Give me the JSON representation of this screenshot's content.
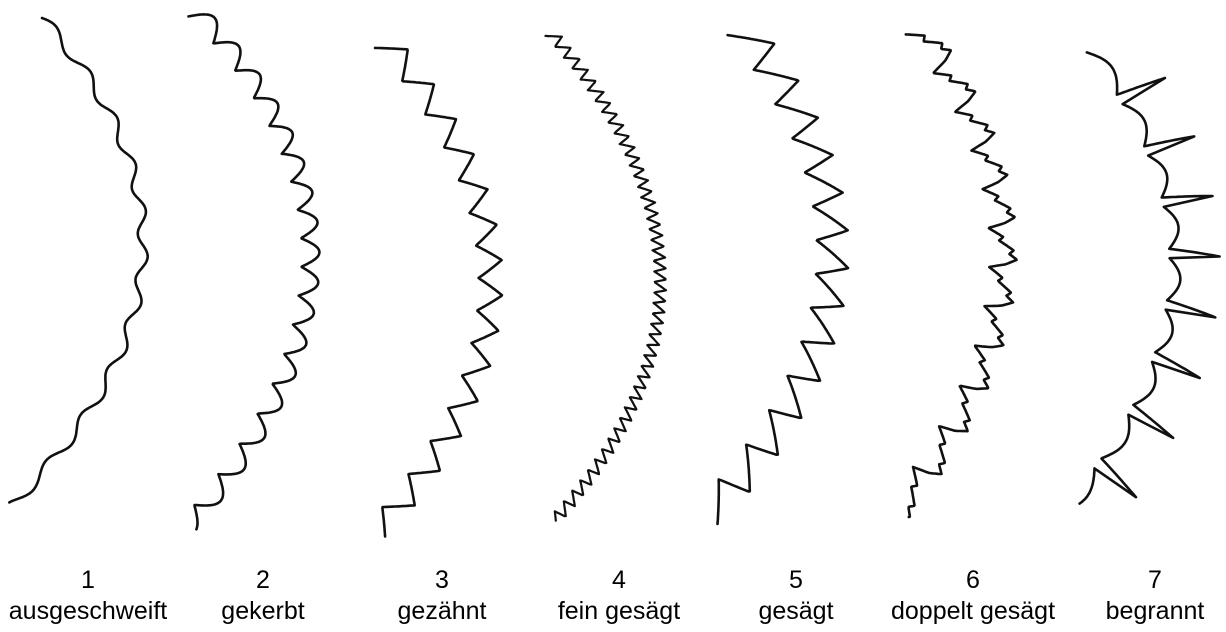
{
  "figure": {
    "ink_color": "#111111",
    "items": [
      {
        "number": "1",
        "label": "ausgeschweift",
        "icon": "wavy-leaf-margin-icon"
      },
      {
        "number": "2",
        "label": "gekerbt",
        "icon": "crenate-leaf-margin-icon"
      },
      {
        "number": "3",
        "label": "gezähnt",
        "icon": "dentate-leaf-margin-icon"
      },
      {
        "number": "4",
        "label": "fein gesägt",
        "icon": "serrulate-leaf-margin-icon"
      },
      {
        "number": "5",
        "label": "gesägt",
        "icon": "serrate-leaf-margin-icon"
      },
      {
        "number": "6",
        "label": "doppelt gesägt",
        "icon": "double-serrate-leaf-margin-icon"
      },
      {
        "number": "7",
        "label": "begrannt",
        "icon": "aristate-leaf-margin-icon"
      }
    ]
  }
}
